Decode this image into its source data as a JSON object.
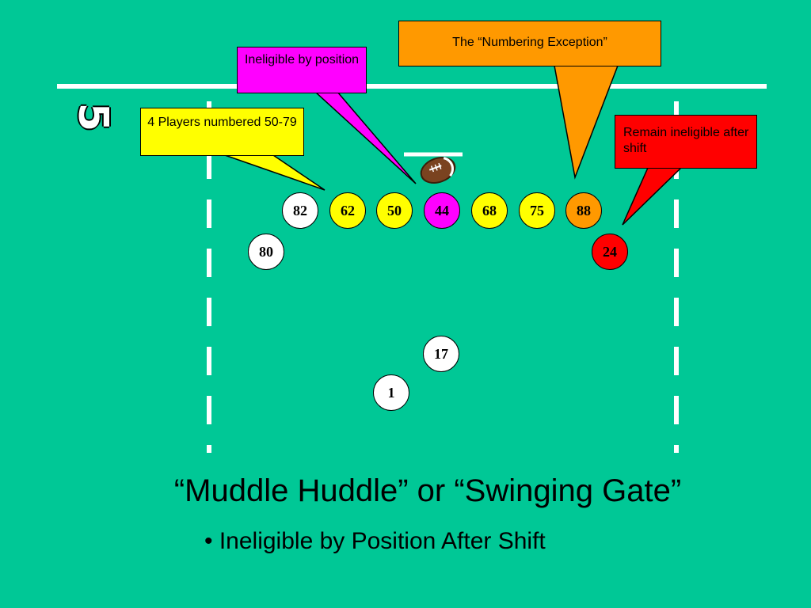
{
  "callouts": {
    "numbering_exception": "The “Numbering Exception”",
    "ineligible_by_position": "Ineligible by position",
    "four_players": "4 Players numbered 50-79",
    "remain_ineligible": "Remain ineligible after shift"
  },
  "yard_marker": "5",
  "players": {
    "p82": "82",
    "p62": "62",
    "p50": "50",
    "p44": "44",
    "p68": "68",
    "p75": "75",
    "p88": "88",
    "p80": "80",
    "p24": "24",
    "p17": "17",
    "p1": "1"
  },
  "title": "“Muddle Huddle” or “Swinging Gate”",
  "bullet": "• Ineligible by Position After Shift",
  "colors": {
    "field": "#00c896",
    "ineligible_position": "#ff00ff",
    "numbered_50_79": "#ffff00",
    "numbering_exception": "#ff9900",
    "remain_ineligible": "#ff0000",
    "eligible": "#ffffff"
  }
}
